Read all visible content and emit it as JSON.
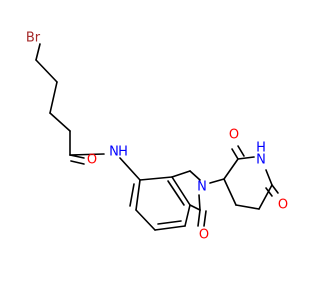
{
  "molecule": {
    "colors": {
      "bond": "#000000",
      "Br": "#a52a2a",
      "N": "#0000ff",
      "O": "#ff0000",
      "background": "#ffffff"
    },
    "atoms": {
      "br": "Br",
      "n_amide": "N",
      "h_amide": "H",
      "o_amide": "O",
      "n_ring": "N",
      "o_lactam": "O",
      "n_imide": "N",
      "h_imide": "H",
      "o_imide_top": "O",
      "o_imide_bottom": "O"
    }
  }
}
